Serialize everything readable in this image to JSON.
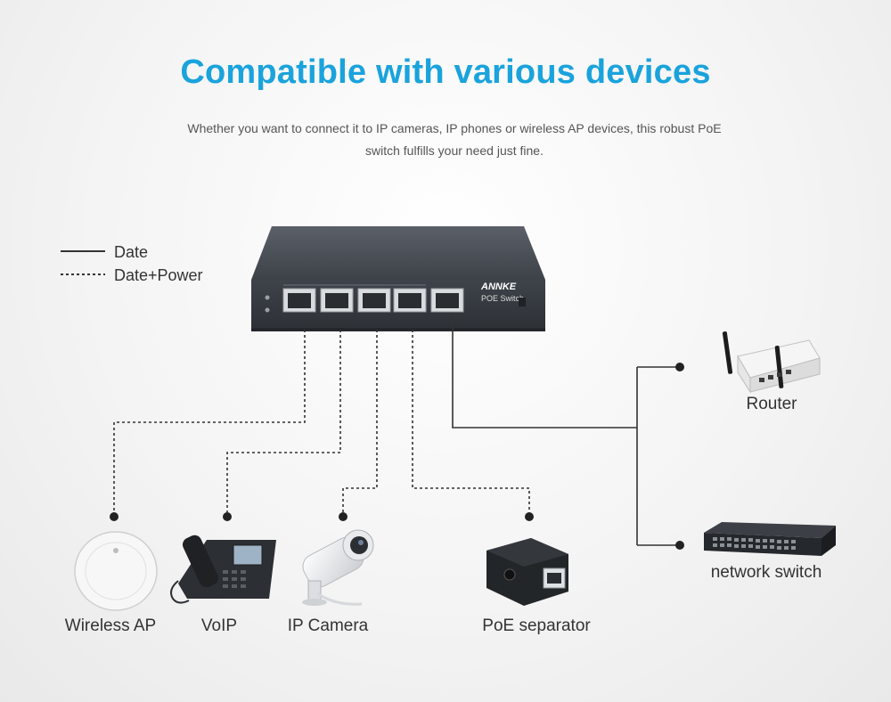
{
  "header": {
    "title": "Compatible with various devices",
    "subtitle": "Whether you want to connect it to IP cameras, IP phones or wireless AP devices, this robust PoE switch fulfills your need just fine."
  },
  "legend": {
    "solid_label": "Date",
    "dashed_label": "Date+Power"
  },
  "switch": {
    "brand": "ANNKE",
    "model": "POE Switch"
  },
  "devices": {
    "wireless_ap": "Wireless AP",
    "voip": "VoIP",
    "ip_camera": "IP Camera",
    "poe_separator": "PoE separator",
    "router": "Router",
    "network_switch": "network switch"
  },
  "colors": {
    "title": "#1aa3dc",
    "text": "#333333",
    "switch_body": "#4a4f56"
  }
}
